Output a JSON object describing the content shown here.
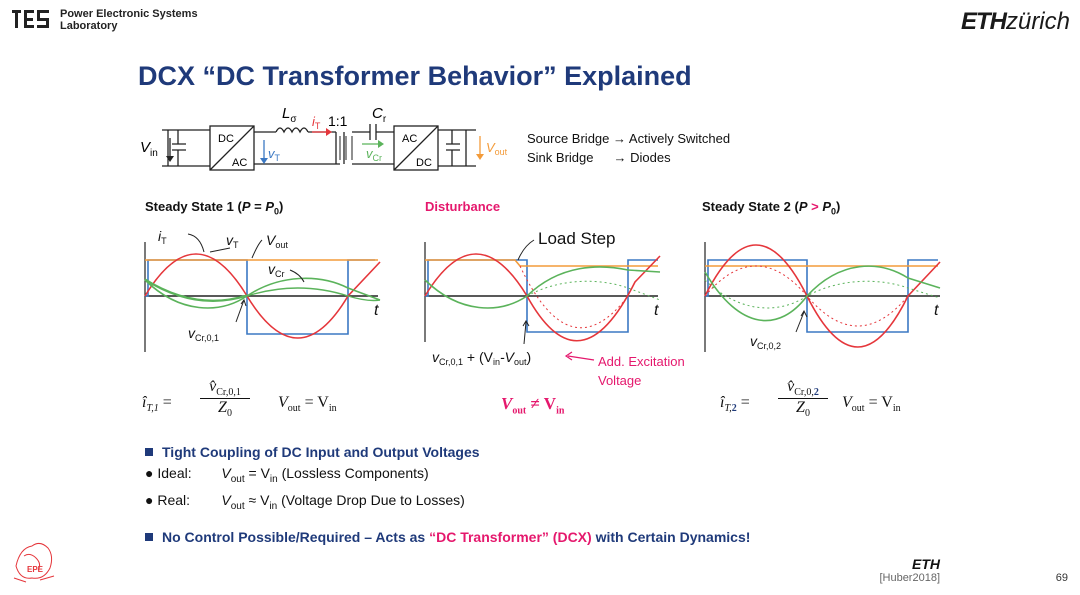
{
  "header": {
    "lab_line1": "Power Electronic Systems",
    "lab_line2": "Laboratory",
    "eth_bold": "ETH",
    "eth_italic": "zürich"
  },
  "title": "DCX “DC Transformer Behavior” Explained",
  "circuit": {
    "vin": "V",
    "vin_sub": "in",
    "l_sigma": "L",
    "l_sigma_sub": "σ",
    "iT": "i",
    "iT_sub": "T",
    "ratio": "1:1",
    "cr": "C",
    "cr_sub": "r",
    "vT": "v",
    "vT_sub": "T",
    "vCr": "v",
    "vCr_sub": "Cr",
    "vout": "V",
    "vout_sub": "out",
    "bridge1_top": "DC",
    "bridge1_bot": "AC",
    "bridge2_top": "AC",
    "bridge2_bot": "DC"
  },
  "legend": {
    "source_label": "Source Bridge",
    "source_value": "Actively Switched",
    "sink_label": "Sink Bridge",
    "sink_value": "Diodes"
  },
  "panels": [
    {
      "title_prefix": "Steady State 1 (",
      "title_var": "P",
      "title_op": " = ",
      "title_var2": "P",
      "title_sub": "0",
      "title_suffix": ")",
      "labels": {
        "iT": "i",
        "iT_sub": "T",
        "vT": "v",
        "vT_sub": "T",
        "vout": "V",
        "vout_sub": "out",
        "vCr": "v",
        "vCr_sub": "Cr",
        "t": "t",
        "vcr0": "v",
        "vcr0_sub": "Cr,0,1"
      },
      "formula_lhs": "î",
      "formula_lhs_sub": "T,1",
      "formula_num": "v̂",
      "formula_num_sub": "Cr,0,1",
      "formula_den": "Z",
      "formula_den_sub": "0",
      "formula_rhs": "V",
      "formula_rhs_sub1": "out",
      "formula_rhs_eq": " = V",
      "formula_rhs_sub2": "in"
    },
    {
      "title": "Disturbance",
      "labels": {
        "load_step": "Load Step",
        "t": "t",
        "vcr_a": "v",
        "vcr_a_sub": "Cr,0,1",
        "vcr_b": " + (V",
        "vcr_b_sub": "in",
        "vcr_c": "-V",
        "vcr_c_sub": "out",
        "vcr_d": ")",
        "excitation_1": "Add. Excitation",
        "excitation_2": "Voltage"
      },
      "formula": "V",
      "formula_sub1": "out",
      "formula_neq": " ≠ V",
      "formula_sub2": "in"
    },
    {
      "title_prefix": "Steady State 2 (",
      "title_var": "P",
      "title_op": " > ",
      "title_var2": "P",
      "title_sub": "0",
      "title_suffix": ")",
      "labels": {
        "t": "t",
        "vcr0": "v",
        "vcr0_sub": "Cr,0,2"
      },
      "formula_lhs": "î",
      "formula_lhs_sub": "T,",
      "formula_lhs_sub_hl": "2",
      "formula_num": "v̂",
      "formula_num_sub": "Cr,0,",
      "formula_num_sub_hl": "2",
      "formula_den": "Z",
      "formula_den_sub": "0",
      "formula_rhs": "V",
      "formula_rhs_sub1": "out",
      "formula_rhs_eq": " = V",
      "formula_rhs_sub2": "in"
    }
  ],
  "bullets": {
    "heading1": "Tight Coupling of DC Input and Output Voltages",
    "ideal_label": "Ideal:",
    "ideal_v": "V",
    "ideal_sub1": "out",
    "ideal_eq": " = V",
    "ideal_sub2": "in",
    "ideal_text": " (Lossless Components)",
    "real_label": "Real:",
    "real_v": "V",
    "real_sub1": "out",
    "real_eq": " ≈ V",
    "real_sub2": "in",
    "real_text": " (Voltage Drop Due to Losses)",
    "heading2_a": "No Control Possible/Required – Acts as ",
    "heading2_b": "“DC Transformer” (DCX)",
    "heading2_c": " with Certain Dynamics!"
  },
  "footer": {
    "eth": "ETH",
    "cite": "[Huber2018]",
    "page": "69"
  },
  "colors": {
    "title": "#1f3a7a",
    "accent": "#e5186d",
    "red": "#e5363b",
    "green": "#5bb35b",
    "blue": "#3b78c3",
    "orange": "#f39b3a"
  }
}
